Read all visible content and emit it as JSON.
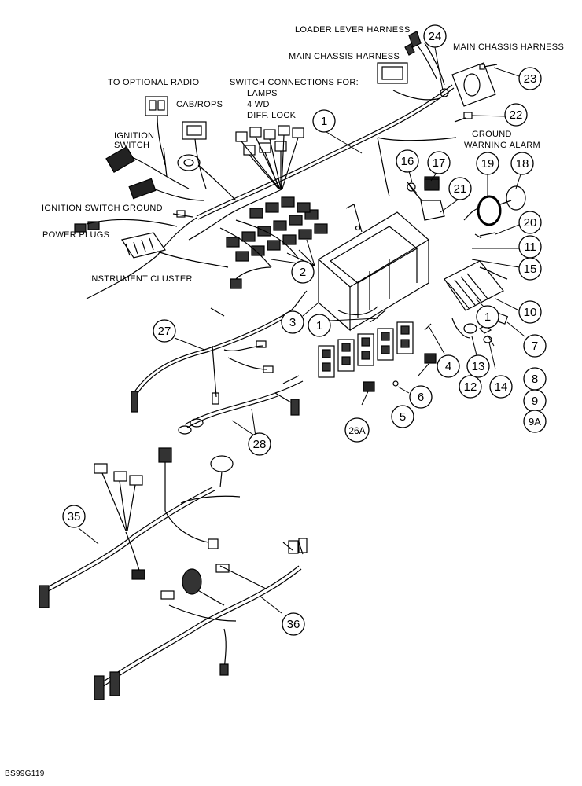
{
  "labels": {
    "loader_lever_harness": "LOADER LEVER HARNESS",
    "main_chassis_harness_left": "MAIN CHASSIS HARNESS",
    "main_chassis_harness_right": "MAIN CHASSIS HARNESS",
    "to_optional_radio": "TO OPTIONAL RADIO",
    "switch_connections_for": "SWITCH CONNECTIONS FOR:",
    "lamps": "LAMPS",
    "four_wd": "4 WD",
    "diff_lock": "DIFF. LOCK",
    "cab_rops": "CAB/ROPS",
    "ignition": "IGNITION",
    "switch": "SWITCH",
    "ground": "GROUND",
    "warning_alarm": "WARNING ALARM",
    "ignition_switch_ground": "IGNITION SWITCH GROUND",
    "power_plugs": "POWER PLUGS",
    "instrument_cluster": "INSTRUMENT CLUSTER",
    "figure_code": "BS99G119"
  },
  "callouts": [
    "1",
    "1",
    "1",
    "1",
    "2",
    "3",
    "4",
    "5",
    "6",
    "7",
    "8",
    "9",
    "9A",
    "10",
    "11",
    "12",
    "13",
    "14",
    "15",
    "16",
    "17",
    "18",
    "19",
    "20",
    "21",
    "22",
    "23",
    "24",
    "26A",
    "27",
    "28",
    "35",
    "36"
  ]
}
